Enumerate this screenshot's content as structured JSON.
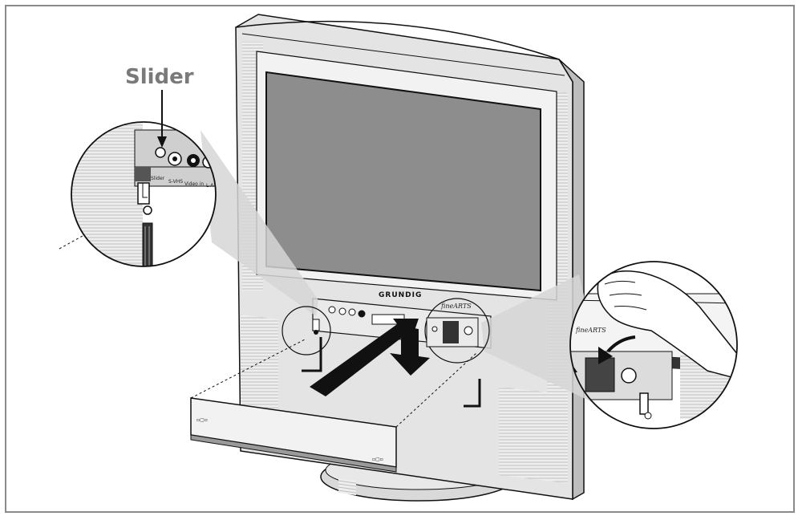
{
  "callout": {
    "title": "Slider"
  },
  "tv": {
    "brand": "GRUNDIG",
    "series": "fineARTS"
  },
  "panel": {
    "jack_labels": [
      "Slider",
      "S-VHS",
      "Video in",
      "L A"
    ]
  },
  "colors": {
    "line": "#111111",
    "screen": "#8d8d8d",
    "bezel_light": "#e6e6e6",
    "bezel_mid": "#cfcfcf",
    "beam": "#d6d6d6",
    "frame_border": "#8a8a8a",
    "title_gray": "#7a7a7a"
  }
}
